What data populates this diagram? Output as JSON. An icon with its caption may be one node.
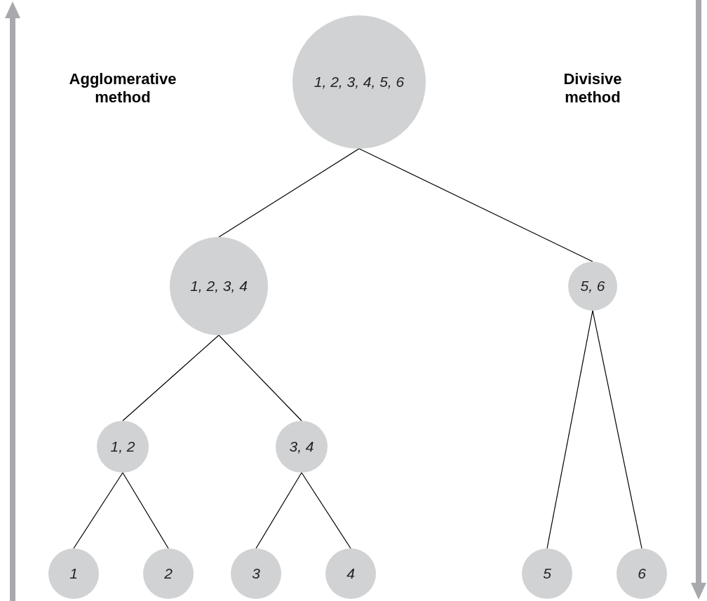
{
  "diagram": {
    "nodes": [
      {
        "text": [
          "1, 2, 3, 4, 5, 6"
        ]
      },
      {
        "text": [
          "1, 2, 3, 4"
        ]
      },
      {
        "text": [
          "5, 6"
        ]
      },
      {
        "text": [
          "1, 2"
        ]
      },
      {
        "text": [
          "3, 4"
        ]
      },
      {
        "text": [
          "1"
        ]
      },
      {
        "text": [
          "2"
        ]
      },
      {
        "text": [
          "3"
        ]
      },
      {
        "text": [
          "4"
        ]
      },
      {
        "text": [
          "5"
        ]
      },
      {
        "text": [
          "6"
        ]
      }
    ],
    "edges": [
      {
        "from": 0,
        "to": 1,
        "arrow": "none"
      },
      {
        "from": 0,
        "to": 2,
        "arrow": "none"
      },
      {
        "from": 1,
        "to": 3,
        "arrow": "none"
      },
      {
        "from": 1,
        "to": 4,
        "arrow": "none"
      },
      {
        "from": 2,
        "to": 9,
        "arrow": "none"
      },
      {
        "from": 2,
        "to": 10,
        "arrow": "none"
      },
      {
        "from": 3,
        "to": 5,
        "arrow": "none"
      },
      {
        "from": 3,
        "to": 6,
        "arrow": "none"
      },
      {
        "from": 4,
        "to": 7,
        "arrow": "none"
      },
      {
        "from": 4,
        "to": 8,
        "arrow": "none"
      }
    ],
    "labels": [
      "Agglomerative method",
      "Divisive method"
    ]
  }
}
